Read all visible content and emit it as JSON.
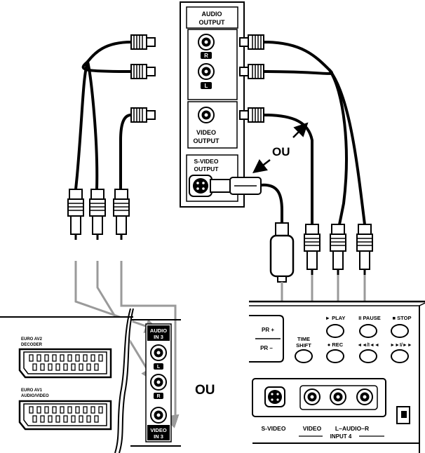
{
  "panel": {
    "audio_output_line1": "AUDIO",
    "audio_output_line2": "OUTPUT",
    "jack_r": "R",
    "jack_l": "L",
    "video_output_line1": "VIDEO",
    "video_output_line2": "OUTPUT",
    "svideo_output_line1": "S-VIDEO",
    "svideo_output_line2": "OUTPUT"
  },
  "connection_options": {
    "or_upper": "OU",
    "or_middle": "OU"
  },
  "tv": {
    "euro_av2_line1": "EURO AV2",
    "euro_av2_line2": "DECODER",
    "euro_av1_line1": "EURO AV1",
    "euro_av1_line2": "AUDIO/VIDEO",
    "audio_in_line1": "AUDIO",
    "audio_in_line2": "IN 3",
    "jack_l": "L",
    "jack_r": "R",
    "video_in_line1": "VIDEO",
    "video_in_line2": "IN 3"
  },
  "vcr": {
    "pr_plus": "PR +",
    "pr_minus": "PR –",
    "play": "► PLAY",
    "pause": "II PAUSE",
    "stop": "■ STOP",
    "timeshift_line1": "TIME",
    "timeshift_line2": "SHIFT",
    "rec": "● REC",
    "rew": "◄◄/I◄◄",
    "ffw": "►►I/►►",
    "svideo": "S-VIDEO",
    "video": "VIDEO",
    "audio_lr": "L–AUDIO–R",
    "input": "INPUT 4"
  }
}
